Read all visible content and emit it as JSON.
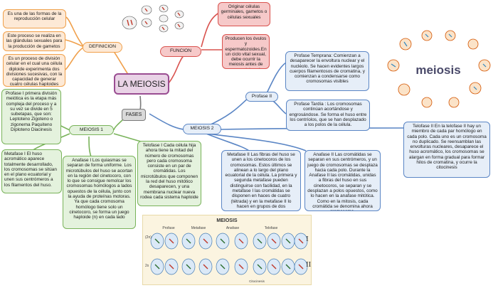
{
  "center": "LA MEIOSIS",
  "fases": "FASES",
  "definicion": {
    "label": "DEFINICION",
    "items": [
      "Es una de las formas de la reproducción celular",
      "Este proceso se realiza en las glándulas sexuales para la producción de gametos",
      "Es un proceso de división celular en el cual una célula diploide experimenta dos divisiones sucesivas, con la capacidad de generar cuatro células haploides"
    ]
  },
  "funcion": {
    "label": "FUNCION",
    "items": [
      "Originar células germinales, gametos o células sexuales",
      "Producen los óvulos y espermatozoides.En un ciclo vital sexual, debe ocurrir la meiosis antes de que se originen los gametos."
    ]
  },
  "meiosis1": {
    "label": "MEIOSIS 1",
    "profase": "Profase I primera división meiótica es la etapa más compleja del proceso y a su vez se divide en 5 subetapas, que son: Leptoteno Zigoteno o zigonema Paquiteno Diploteno Diacinesis",
    "metafase": "Metafase I El huso acromático aparece totalmente desarrollado, los cromosomas se sitúan en el plano ecuatorial y unen sus centrómeros a los filamentos del huso.",
    "anafase": "Anafase I Los quiasmas se separan de forma uniforme. Los microtúbulos del huso se acortan en la región del cinetocoro, con lo que se consigue remolcar los cromosomas homólogos a lados opuestos de la célula, junto con la ayuda de proteínas motoras. Ya que cada cromosoma homólogo tiene solo un cinetocoro, se forma un juego haploide (n) en cada lado",
    "telofase": "Telofase I Cada célula hija ahora tiene la mitad del número de cromosomas pero cada cromosoma consiste en un par de cromátidas. Los microtúbulos que componen la red del huso mitótico desaparecen, y una membrana nuclear nueva rodea cada sistema haploide"
  },
  "meiosis2": {
    "label": "MEIOSIS 2",
    "profase_label": "Profase II",
    "profase_temprana": "Profase Temprana: Comienzan a desaparecer la envoltura nuclear y el nucléolo. Se hacen evidentes largos cuerpos filamentosos de cromatina, y comienzan a condensarse como cromosomas visibles",
    "profase_tardia": "Profase Tardía : Los cromosomas continúan acortándose y engrosándose. Se forma el huso entre los centríolos, que se han desplazado a los polos de la célula.",
    "metafase": "Metafase II Las fibras del huso se unen a los cinetocoros de los cromosomas. Estos últimos se alinean a lo largo del plano ecuatorial de la célula. La primera y segunda metafase pueden distinguirse con facilidad, en la metafase I las cromátidas se disponen en haces de cuatro (tétrada) y en la metafase II lo hacen en grupos de dos",
    "anafase": "Anafase II Las cromátidas se separan en sus centrómeros, y un juego de cromosomas se desplaza hacia cada polo. Durante la Anafase II las cromátidas, unidas a fibras del huso en sus cinetocoros, se separan y se desplazan a polos opuestos, como lo hacen en la anafase mitótica. Como en la mitosis, cada cromátida se denomina ahora cromosoma.",
    "telofase": "Telofase II En la telofase II hay un miembro de cada par homólogo en cada polo. Cada uno es un cromosoma no duplicado. Se reensamblan las envolturas nucleares, desaparece el huso acromático, los cromosomas se alargan en forma gradual para formar hilos de cromatina, y ocurre la citocinesis"
  },
  "figure": {
    "title": "MEIOSIS",
    "phases": [
      "Profase",
      "Metafase",
      "Anafase",
      "Telofase"
    ],
    "rows": [
      "(2n)",
      "2x"
    ],
    "row_marks": [
      "I",
      "II"
    ],
    "caption": "Citocinesis"
  },
  "logo_text": "meiosis",
  "colors": {
    "orange": "#f0a04b",
    "red": "#d9534f",
    "blue": "#5b86c5",
    "green": "#79b35a",
    "purple": "#9a4d92"
  }
}
